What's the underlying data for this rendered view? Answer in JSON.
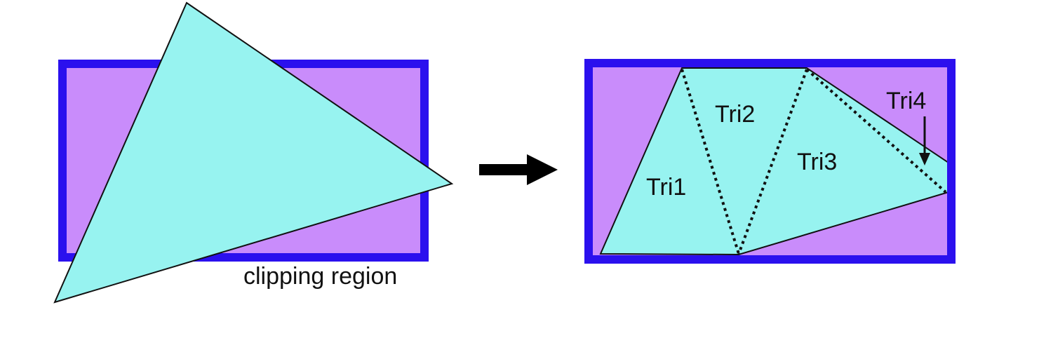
{
  "diagram": {
    "left": {
      "caption": "clipping region"
    },
    "right": {
      "triangles": [
        {
          "label": "Tri1"
        },
        {
          "label": "Tri2"
        },
        {
          "label": "Tri3"
        },
        {
          "label": "Tri4"
        }
      ]
    },
    "colors": {
      "background": "#ffffff",
      "clip_fill": "#c98cfb",
      "clip_border": "#2b10ee",
      "triangle_fill": "#97f3f0",
      "outline": "#111111",
      "arrow": "#000000"
    }
  }
}
